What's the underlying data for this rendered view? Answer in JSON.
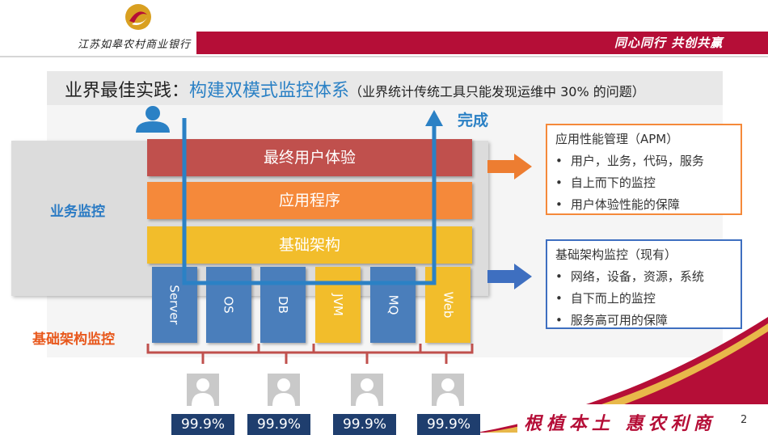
{
  "header": {
    "bank_name": "江苏如皋农村商业银行",
    "slogan": "同心同行 共创共赢"
  },
  "title": {
    "main": "业界最佳实践：",
    "accent": "构建双模式监控体系",
    "sub": "（业界统计传统工具只能发现运维中 30% 的问题）"
  },
  "labels": {
    "business_monitoring": "业务监控",
    "infra_monitoring": "基础架构监控",
    "done": "完成"
  },
  "layers": {
    "end_user_experience": "最终用户体验",
    "application": "应用程序",
    "infrastructure": "基础架构"
  },
  "components": [
    "Server",
    "OS",
    "DB",
    "JVM",
    "MQ",
    "Web"
  ],
  "apm_box": {
    "title": "应用性能管理（APM）",
    "items": [
      "用户，业务，代码，服务",
      "自上而下的监控",
      "用户体验性能的保障"
    ]
  },
  "infra_box": {
    "title": "基础架构监控（现有）",
    "items": [
      "网络，设备，资源，系统",
      "自下而上的监控",
      "服务高可用的保障"
    ]
  },
  "availability": [
    "99.9%",
    "99.9%",
    "99.9%",
    "99.9%"
  ],
  "footer": {
    "slogan": "根植本土  惠农利商",
    "page_number": "2"
  },
  "colors": {
    "brand_red": "#b50e37",
    "accent_blue": "#2b81c5",
    "layer_red": "#c0504d",
    "layer_orange": "#f5893a",
    "layer_yellow": "#f2bd2b",
    "component_blue": "#4a7ebb",
    "infra_label_orange": "#e8581c"
  }
}
